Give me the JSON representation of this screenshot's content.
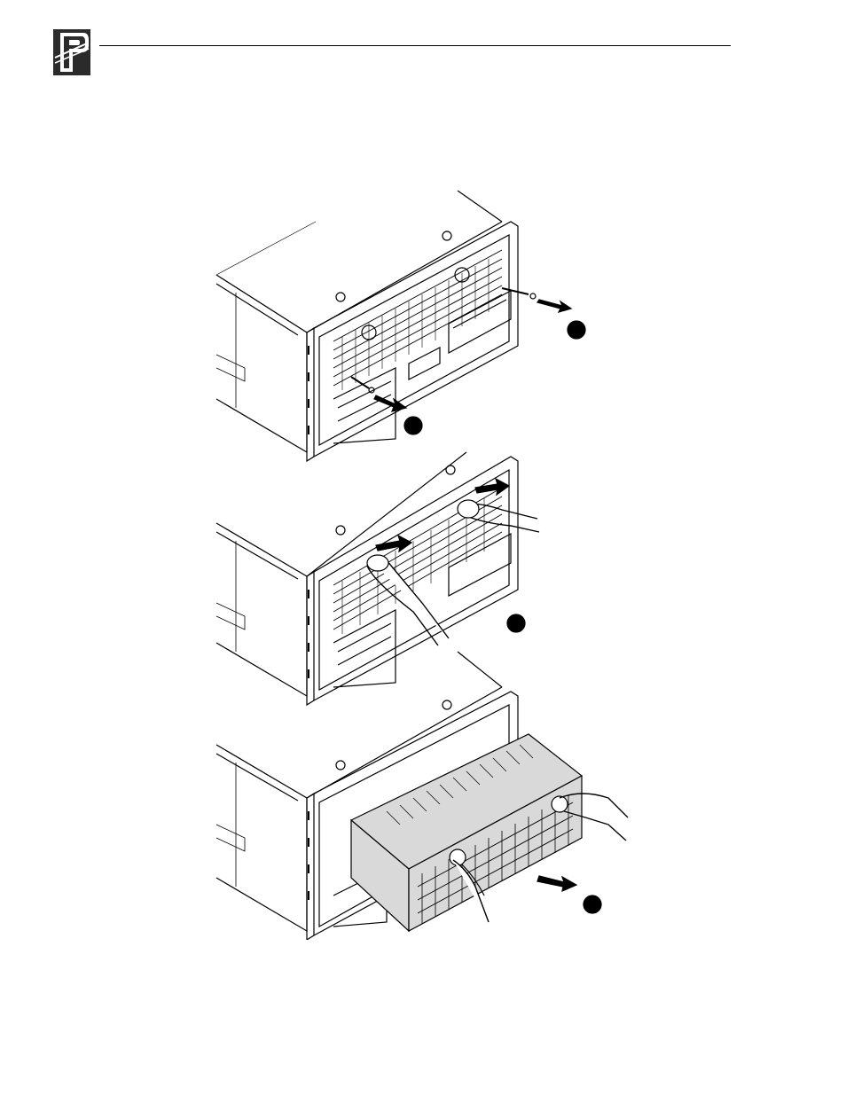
{
  "header": {
    "logo_icon": "company-logo-icon",
    "rule": "header-rule"
  },
  "figure": {
    "panels": [
      {
        "step": "remove-screws",
        "arrow_icons": [
          "arrow-right-icon",
          "arrow-right-icon"
        ]
      },
      {
        "step": "pull-handles",
        "arrow_icons": [
          "arrow-right-icon",
          "arrow-right-icon"
        ]
      },
      {
        "step": "slide-out-module",
        "arrow_icons": [
          "arrow-right-icon"
        ]
      }
    ],
    "colors": {
      "line": "#000000",
      "module_fill": "#d9d9d9",
      "background": "#ffffff"
    }
  }
}
